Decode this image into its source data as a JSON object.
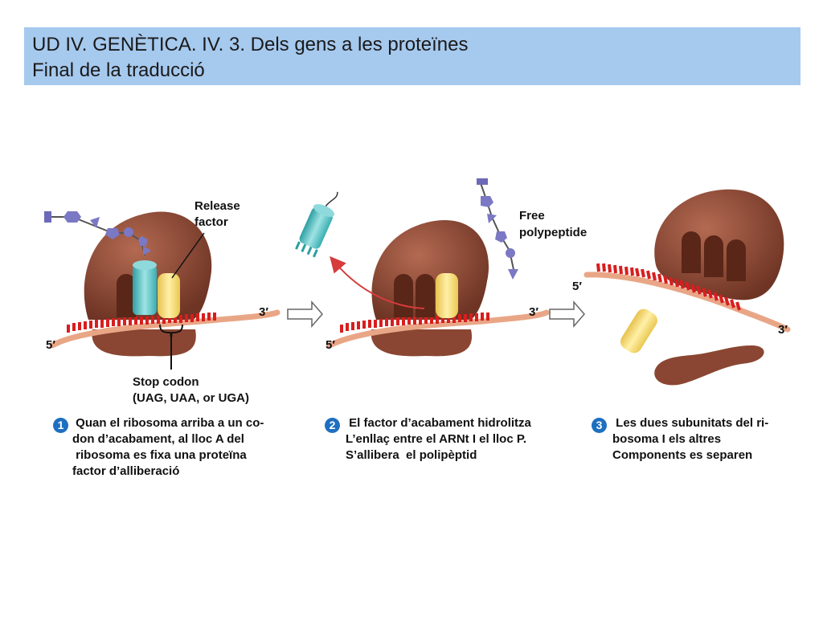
{
  "title": {
    "line1": "UD IV. GENÈTICA. IV. 3. Dels gens a les proteïnes",
    "line2": "Final de la traducció"
  },
  "labels": {
    "release_factor_1": "Release",
    "release_factor_2": "factor",
    "free_poly_1": "Free",
    "free_poly_2": "polypeptide",
    "stop_codon_1": "Stop codon",
    "stop_codon_2": "(UAG, UAA, or UGA)",
    "three_prime": "3′",
    "five_prime": "5′"
  },
  "steps": [
    {
      "number": "1",
      "lines": [
        " Quan el ribosoma arriba a un co-",
        "don d’acabament, al lloc A del",
        " ribosoma es fixa una proteïna",
        "factor d’alliberació"
      ]
    },
    {
      "number": "2",
      "lines": [
        " El factor d’acabament hidrolitza",
        "L’enllaç entre el ARNt I el lloc P.",
        "S’allibera  el polipèptid"
      ]
    },
    {
      "number": "3",
      "lines": [
        " Les dues subunitats del ri-",
        "bosoma I els altres",
        "Components es separen"
      ]
    }
  ],
  "colors": {
    "title_bg": "#a6c9ee",
    "ribosome": "#8c4a36",
    "mrna": "#e8a080",
    "codon": "#d81e1e",
    "trna": "#5cc5c8",
    "release_factor": "#f4d56a",
    "amino_acid": "#7b78c4",
    "badge": "#1e6fc0"
  }
}
